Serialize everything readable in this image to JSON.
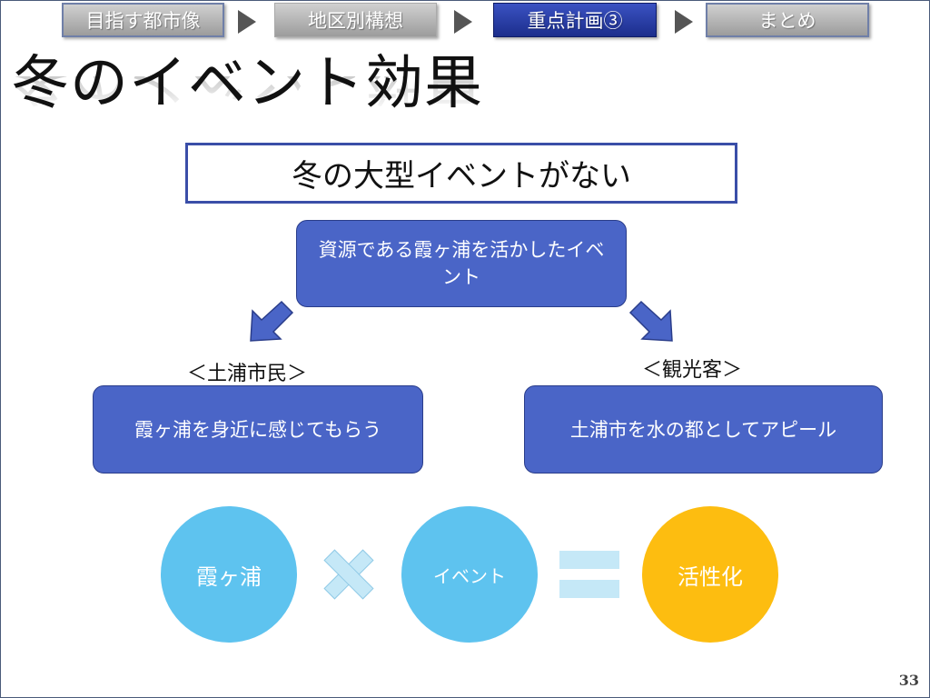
{
  "nav": {
    "steps": [
      {
        "label": "目指す都市像"
      },
      {
        "label": "地区別構想"
      },
      {
        "label": "重点計画③"
      },
      {
        "label": "まとめ"
      }
    ]
  },
  "slide": {
    "title": "冬のイベント効果",
    "headline": "冬の大型イベントがない",
    "resource_box": "資源である霞ヶ浦を活かしたイベント",
    "left_label": "＜土浦市民＞",
    "right_label": "＜観光客＞",
    "left_box": "霞ヶ浦を身近に感じてもらう",
    "right_box": "土浦市を水の都としてアピール",
    "equation": {
      "term1": "霞ヶ浦",
      "term2": "イベント",
      "result": "活性化"
    },
    "page_number": "33"
  },
  "colors": {
    "box_blue": "#4a65c7",
    "circle_blue": "#5ec3ef",
    "circle_yellow": "#fdbd10",
    "operator_light": "#c5e8f7",
    "nav_active": "#1c2e8c"
  }
}
